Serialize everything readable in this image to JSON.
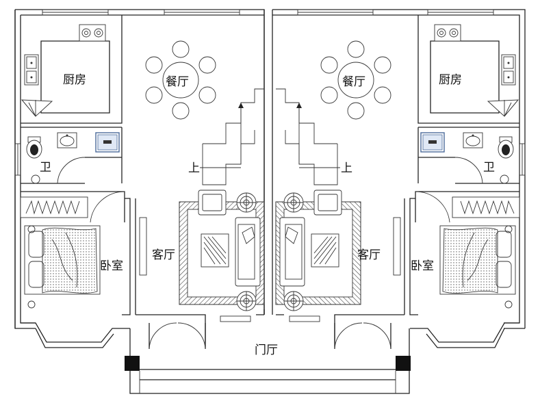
{
  "rooms": {
    "kitchen_left": "厨房",
    "kitchen_right": "厨房",
    "dining_left": "餐厅",
    "dining_right": "餐厅",
    "bath_left": "卫",
    "bath_right": "卫",
    "bedroom_left": "卧室",
    "bedroom_right": "卧室",
    "living_left": "客厅",
    "living_right": "客厅",
    "foyer": "门厅"
  },
  "stairs": {
    "up_left": "上",
    "up_right": "上"
  }
}
